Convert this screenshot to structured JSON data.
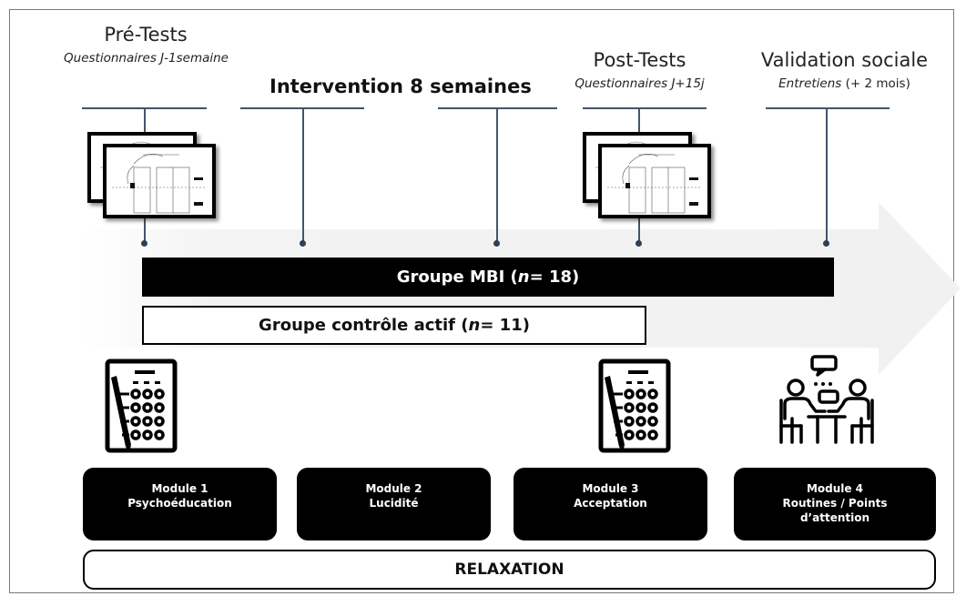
{
  "phases": {
    "pre_tests": {
      "title": "Pré-Tests",
      "subtitle": "Questionnaires J-1semaine"
    },
    "intervention": {
      "title": "Intervention 8 semaines"
    },
    "post_tests": {
      "title": "Post-Tests",
      "subtitle": "Questionnaires J+15j"
    },
    "validation": {
      "title": "Validation sociale",
      "subtitle_italic": "Entretiens",
      "subtitle_rest": " (+ 2 mois)"
    }
  },
  "groups": {
    "mbi": {
      "prefix": "Groupe MBI (",
      "n_letter": "n",
      "suffix": " = 18)"
    },
    "control": {
      "prefix": "Groupe contrôle actif (",
      "n_letter": "n",
      "suffix": " = 11)"
    }
  },
  "modules": [
    {
      "line1": "Module 1",
      "line2": "Psychoéducation",
      "line3": ""
    },
    {
      "line1": "Module 2",
      "line2": "Lucidité",
      "line3": ""
    },
    {
      "line1": "Module 3",
      "line2": "Acceptation",
      "line3": ""
    },
    {
      "line1": "Module 4",
      "line2": "Routines / Points",
      "line3": "d’attention"
    }
  ],
  "relaxation": "RELAXATION",
  "icons": {
    "questionnaire": "questionnaire-checklist-icon",
    "interview": "interview-meeting-icon",
    "schema": "schema-thumbnail-icon"
  },
  "colors": {
    "line": "#44546a",
    "arrow": "#f2f2f2",
    "black": "#000000"
  }
}
